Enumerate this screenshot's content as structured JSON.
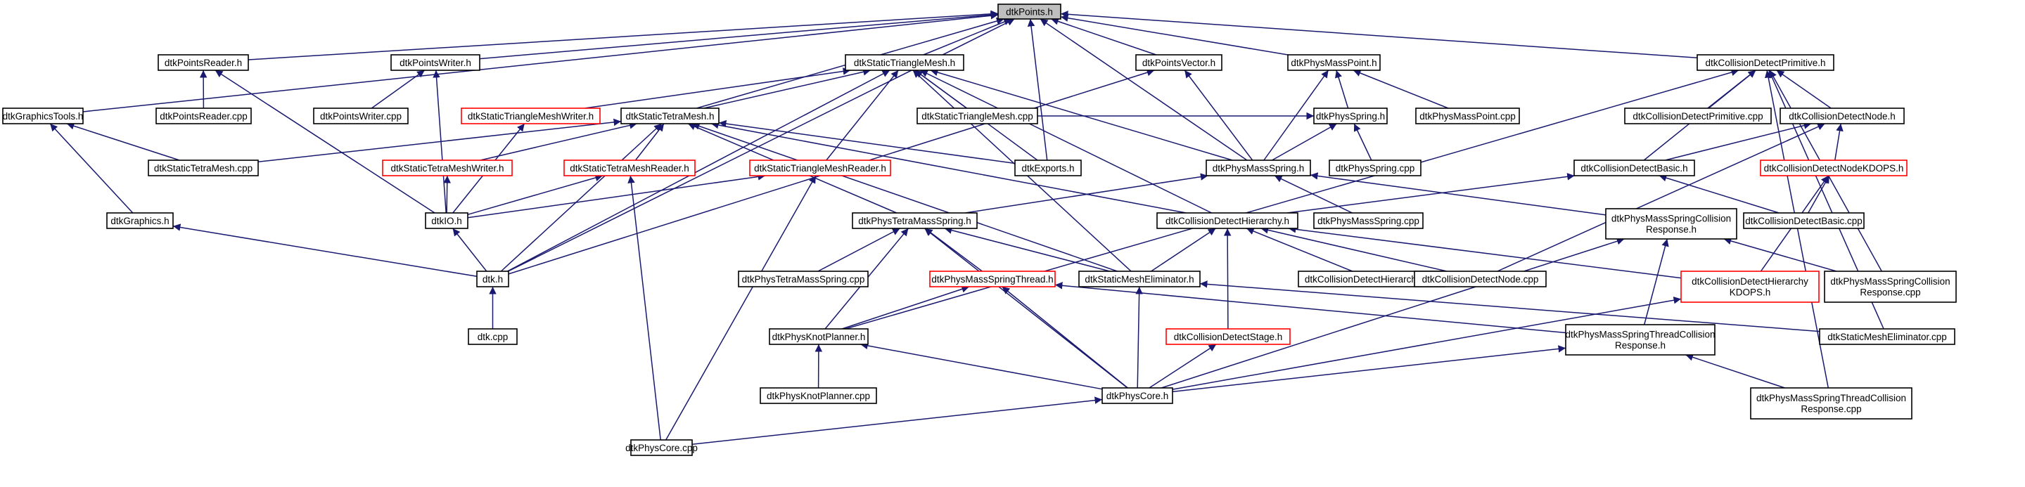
{
  "graph": {
    "colors": {
      "edge": "#191970",
      "highlight_fill": "#bfbfbf",
      "missing_border": "#ff0000"
    },
    "nodes": [
      {
        "id": "points",
        "lines": [
          "dtkPoints.h"
        ],
        "root": true
      },
      {
        "id": "pointsreader",
        "lines": [
          "dtkPointsReader.h"
        ]
      },
      {
        "id": "pointswriter",
        "lines": [
          "dtkPointsWriter.h"
        ]
      },
      {
        "id": "stm",
        "lines": [
          "dtkStaticTriangleMesh.h"
        ]
      },
      {
        "id": "pointsvector",
        "lines": [
          "dtkPointsVector.h"
        ]
      },
      {
        "id": "physmasspoint",
        "lines": [
          "dtkPhysMassPoint.h"
        ]
      },
      {
        "id": "cdprim",
        "lines": [
          "dtkCollisionDetectPrimitive.h"
        ]
      },
      {
        "id": "graphicstools",
        "lines": [
          "dtkGraphicsTools.h"
        ]
      },
      {
        "id": "pointsreadercpp",
        "lines": [
          "dtkPointsReader.cpp"
        ]
      },
      {
        "id": "pointswritercpp",
        "lines": [
          "dtkPointsWriter.cpp"
        ]
      },
      {
        "id": "stmwriter",
        "lines": [
          "dtkStaticTriangleMeshWriter.h"
        ],
        "red": true
      },
      {
        "id": "stetm",
        "lines": [
          "dtkStaticTetraMesh.h"
        ]
      },
      {
        "id": "stmcpp",
        "lines": [
          "dtkStaticTriangleMesh.cpp"
        ]
      },
      {
        "id": "physspring",
        "lines": [
          "dtkPhysSpring.h"
        ]
      },
      {
        "id": "physmasspointcpp",
        "lines": [
          "dtkPhysMassPoint.cpp"
        ]
      },
      {
        "id": "cdprimcpp",
        "lines": [
          "dtkCollisionDetectPrimitive.cpp"
        ]
      },
      {
        "id": "cdnode",
        "lines": [
          "dtkCollisionDetectNode.h"
        ]
      },
      {
        "id": "stetmcpp",
        "lines": [
          "dtkStaticTetraMesh.cpp"
        ]
      },
      {
        "id": "stetmwriter",
        "lines": [
          "dtkStaticTetraMeshWriter.h"
        ],
        "red": true
      },
      {
        "id": "stetmreader",
        "lines": [
          "dtkStaticTetraMeshReader.h"
        ],
        "red": true
      },
      {
        "id": "stmreader",
        "lines": [
          "dtkStaticTriangleMeshReader.h"
        ],
        "red": true
      },
      {
        "id": "exports",
        "lines": [
          "dtkExports.h"
        ]
      },
      {
        "id": "physmassspring",
        "lines": [
          "dtkPhysMassSpring.h"
        ]
      },
      {
        "id": "physspringcpp",
        "lines": [
          "dtkPhysSpring.cpp"
        ]
      },
      {
        "id": "cdbasic",
        "lines": [
          "dtkCollisionDetectBasic.h"
        ]
      },
      {
        "id": "cdnodekdops",
        "lines": [
          "dtkCollisionDetectNodeKDOPS.h"
        ],
        "red": true
      },
      {
        "id": "graphics",
        "lines": [
          "dtkGraphics.h"
        ]
      },
      {
        "id": "io",
        "lines": [
          "dtkIO.h"
        ]
      },
      {
        "id": "phystms",
        "lines": [
          "dtkPhysTetraMassSpring.h"
        ]
      },
      {
        "id": "cdhier",
        "lines": [
          "dtkCollisionDetectHierarchy.h"
        ]
      },
      {
        "id": "physmassspringcpp",
        "lines": [
          "dtkPhysMassSpring.cpp"
        ]
      },
      {
        "id": "pmscr",
        "lines": [
          "dtkPhysMassSpringCollision",
          "Response.h"
        ]
      },
      {
        "id": "cdbasiccpp",
        "lines": [
          "dtkCollisionDetectBasic.cpp"
        ]
      },
      {
        "id": "dtkh",
        "lines": [
          "dtk.h"
        ]
      },
      {
        "id": "phystmscpp",
        "lines": [
          "dtkPhysTetraMassSpring.cpp"
        ]
      },
      {
        "id": "pmsthread",
        "lines": [
          "dtkPhysMassSpringThread.h"
        ],
        "red": true
      },
      {
        "id": "smelim",
        "lines": [
          "dtkStaticMeshEliminator.h"
        ]
      },
      {
        "id": "cdhiercpp",
        "lines": [
          "dtkCollisionDetectHierarchy.cpp"
        ]
      },
      {
        "id": "cdnodecpp",
        "lines": [
          "dtkCollisionDetectNode.cpp"
        ]
      },
      {
        "id": "cdhierkdops",
        "lines": [
          "dtkCollisionDetectHierarchy",
          "KDOPS.h"
        ],
        "red": true
      },
      {
        "id": "pmscrcpp",
        "lines": [
          "dtkPhysMassSpringCollision",
          "Response.cpp"
        ]
      },
      {
        "id": "dtkcpp",
        "lines": [
          "dtk.cpp"
        ]
      },
      {
        "id": "knotplanner",
        "lines": [
          "dtkPhysKnotPlanner.h"
        ]
      },
      {
        "id": "cdstage",
        "lines": [
          "dtkCollisionDetectStage.h"
        ],
        "red": true
      },
      {
        "id": "pmstcr",
        "lines": [
          "dtkPhysMassSpringThreadCollision",
          "Response.h"
        ]
      },
      {
        "id": "smelimcpp",
        "lines": [
          "dtkStaticMeshEliminator.cpp"
        ]
      },
      {
        "id": "knotplannercpp",
        "lines": [
          "dtkPhysKnotPlanner.cpp"
        ]
      },
      {
        "id": "physcore",
        "lines": [
          "dtkPhysCore.h"
        ]
      },
      {
        "id": "pmstcrcpp",
        "lines": [
          "dtkPhysMassSpringThreadCollision",
          "Response.cpp"
        ]
      },
      {
        "id": "physcorecpp",
        "lines": [
          "dtkPhysCore.cpp"
        ]
      }
    ],
    "edges": [
      [
        "graphicstools",
        "points"
      ],
      [
        "pointsreader",
        "points"
      ],
      [
        "pointswriter",
        "points"
      ],
      [
        "stm",
        "points"
      ],
      [
        "pointsvector",
        "points"
      ],
      [
        "physmasspoint",
        "points"
      ],
      [
        "cdprim",
        "points"
      ],
      [
        "stetm",
        "points"
      ],
      [
        "exports",
        "points"
      ],
      [
        "physmassspring",
        "points"
      ],
      [
        "dtkh",
        "points"
      ],
      [
        "pointsreadercpp",
        "pointsreader"
      ],
      [
        "io",
        "pointsreader"
      ],
      [
        "pointswritercpp",
        "pointswriter"
      ],
      [
        "io",
        "pointswriter"
      ],
      [
        "stmwriter",
        "stm"
      ],
      [
        "stetm",
        "stm"
      ],
      [
        "stmcpp",
        "stm"
      ],
      [
        "stmreader",
        "stm"
      ],
      [
        "exports",
        "stm"
      ],
      [
        "physmassspring",
        "stm"
      ],
      [
        "cdhier",
        "stm"
      ],
      [
        "smelim",
        "stm"
      ],
      [
        "dtkh",
        "stm"
      ],
      [
        "physmassspring",
        "pointsvector"
      ],
      [
        "dtkh",
        "pointsvector"
      ],
      [
        "physspring",
        "physmasspoint"
      ],
      [
        "physmasspointcpp",
        "physmasspoint"
      ],
      [
        "physmassspring",
        "physmasspoint"
      ],
      [
        "cdprimcpp",
        "cdprim"
      ],
      [
        "cdnode",
        "cdprim"
      ],
      [
        "cdbasic",
        "cdprim"
      ],
      [
        "knotplanner",
        "cdprim"
      ],
      [
        "pmscrcpp",
        "cdprim"
      ],
      [
        "smelimcpp",
        "cdprim"
      ],
      [
        "pmstcrcpp",
        "cdprim"
      ],
      [
        "graphics",
        "graphicstools"
      ],
      [
        "stetmcpp",
        "graphicstools"
      ],
      [
        "io",
        "stmwriter"
      ],
      [
        "stetmcpp",
        "stetm"
      ],
      [
        "stetmwriter",
        "stetm"
      ],
      [
        "stetmreader",
        "stetm"
      ],
      [
        "exports",
        "stetm"
      ],
      [
        "phystms",
        "stetm"
      ],
      [
        "cdhier",
        "stetm"
      ],
      [
        "smelim",
        "stetm"
      ],
      [
        "dtkh",
        "stetm"
      ],
      [
        "stmcpp",
        "physspring"
      ],
      [
        "physspringcpp",
        "physspring"
      ],
      [
        "physmassspring",
        "physspring"
      ],
      [
        "cdbasic",
        "cdnode"
      ],
      [
        "cdnodekdops",
        "cdnode"
      ],
      [
        "cdnodecpp",
        "cdnode"
      ],
      [
        "io",
        "stetmwriter"
      ],
      [
        "io",
        "stetmreader"
      ],
      [
        "physcorecpp",
        "stetmreader"
      ],
      [
        "io",
        "stmreader"
      ],
      [
        "physcorecpp",
        "stmreader"
      ],
      [
        "phystms",
        "physmassspring"
      ],
      [
        "physmassspringcpp",
        "physmassspring"
      ],
      [
        "pmscr",
        "physmassspring"
      ],
      [
        "cdhier",
        "cdbasic"
      ],
      [
        "cdbasiccpp",
        "cdbasic"
      ],
      [
        "cdbasiccpp",
        "cdnodekdops"
      ],
      [
        "cdhierkdops",
        "cdnodekdops"
      ],
      [
        "dtkh",
        "graphics"
      ],
      [
        "dtkh",
        "io"
      ],
      [
        "phystmscpp",
        "phystms"
      ],
      [
        "pmsthread",
        "phystms"
      ],
      [
        "smelim",
        "phystms"
      ],
      [
        "knotplanner",
        "phystms"
      ],
      [
        "physcore",
        "phystms"
      ],
      [
        "smelim",
        "cdhier"
      ],
      [
        "cdhiercpp",
        "cdhier"
      ],
      [
        "cdnodecpp",
        "cdhier"
      ],
      [
        "cdstage",
        "cdhier"
      ],
      [
        "cdhierkdops",
        "cdhier"
      ],
      [
        "pmstcr",
        "pmscr"
      ],
      [
        "physcore",
        "pmscr"
      ],
      [
        "pmscrcpp",
        "pmscr"
      ],
      [
        "dtkcpp",
        "dtkh"
      ],
      [
        "knotplanner",
        "pmsthread"
      ],
      [
        "physcore",
        "pmsthread"
      ],
      [
        "pmstcr",
        "pmsthread"
      ],
      [
        "physcore",
        "smelim"
      ],
      [
        "smelimcpp",
        "smelim"
      ],
      [
        "physcore",
        "cdhierkdops"
      ],
      [
        "knotplannercpp",
        "knotplanner"
      ],
      [
        "physcore",
        "knotplanner"
      ],
      [
        "physcore",
        "cdstage"
      ],
      [
        "physcore",
        "pmstcr"
      ],
      [
        "pmstcrcpp",
        "pmstcr"
      ],
      [
        "physcorecpp",
        "physcore"
      ]
    ]
  }
}
